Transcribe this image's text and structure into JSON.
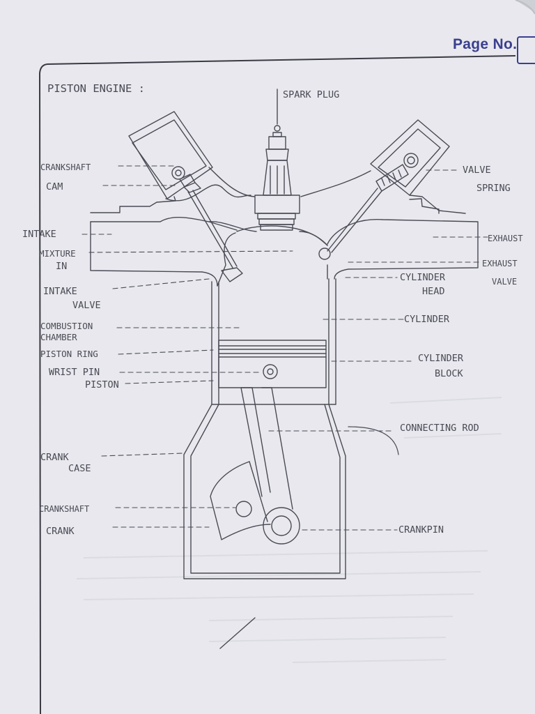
{
  "header": {
    "page_no_label": "Page No."
  },
  "diagram": {
    "title": "PISTON ENGINE :",
    "labels": {
      "spark_plug": "SPARK PLUG",
      "crankshaft_top": "CRANKSHAFT",
      "cam": "CAM",
      "valve": "VALVE",
      "spring": "SPRING",
      "intake": "INTAKE",
      "mixture": "MIXTURE",
      "in": "IN",
      "exhaust": "EXHAUST",
      "exhaust2": "EXHAUST",
      "valve2": "VALVE",
      "cylinder_head_1": "CYLINDER",
      "cylinder_head_2": "HEAD",
      "intake_valve_1": "INTAKE",
      "intake_valve_2": "VALVE",
      "combustion_1": "COMBUSTION",
      "combustion_2": "CHAMBER",
      "cylinder": "CYLINDER",
      "piston_ring": "PISTON RING",
      "cylinder_block_1": "CYLINDER",
      "cylinder_block_2": "BLOCK",
      "wrist_pin": "WRIST PIN",
      "piston": "PISTON",
      "connecting_rod": "CONNECTING ROD",
      "crank_case_1": "CRANK",
      "crank_case_2": "CASE",
      "crankshaft_bottom": "CRANKSHAFT",
      "crank": "CRANK",
      "crankpin": "CRANKPIN"
    }
  },
  "colors": {
    "paper": "#e9e9ee",
    "pencil": "#4a4a55",
    "header_ink": "#3a3f8e"
  }
}
